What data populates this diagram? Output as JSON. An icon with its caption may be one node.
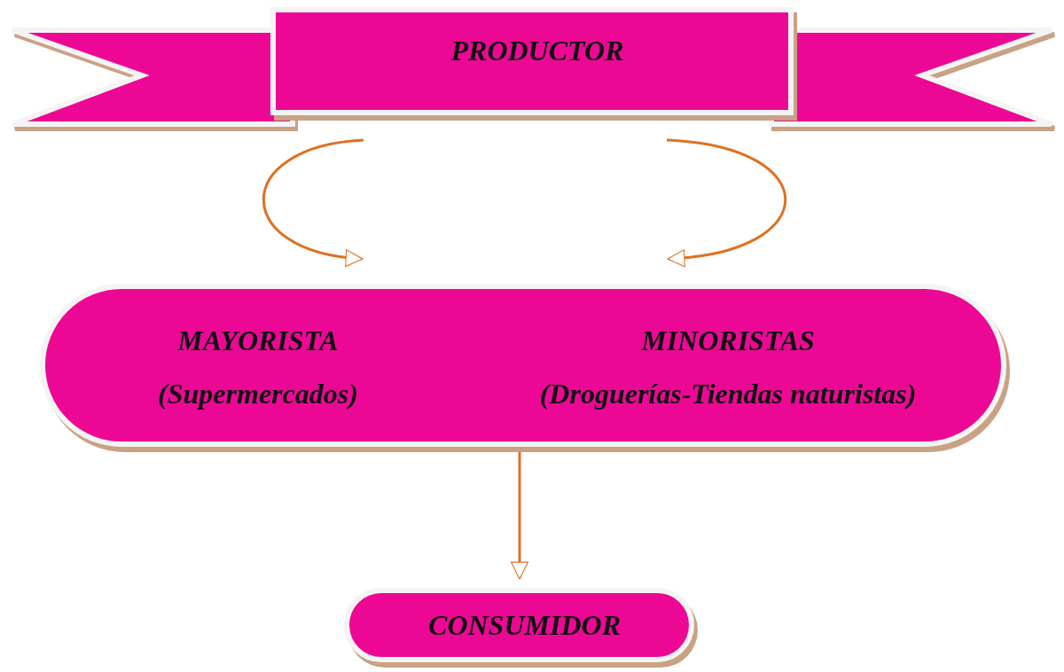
{
  "diagram": {
    "nodes": [
      {
        "text": [
          "PRODUCTOR"
        ]
      },
      {
        "text": [
          "MAYORISTA",
          "(Supermercados)",
          "MINORISTAS",
          "(Droguerías-Tiendas naturistas)"
        ]
      },
      {
        "text": [
          "CONSUMIDOR"
        ]
      }
    ],
    "edges": [
      {
        "from": 0,
        "to": 1,
        "arrow": "to"
      },
      {
        "from": 0,
        "to": 1,
        "arrow": "to"
      },
      {
        "from": 1,
        "to": 2,
        "arrow": "to"
      }
    ]
  }
}
